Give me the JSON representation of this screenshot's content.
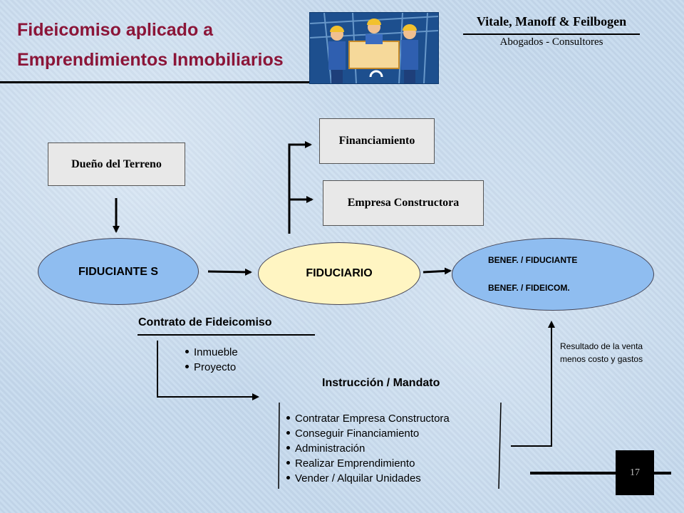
{
  "header": {
    "title_line1": "Fideicomiso aplicado a",
    "title_line2": "Emprendimientos Inmobiliarios",
    "firm_name": "Vitale, Manoff & Feilbogen",
    "firm_subtitle": "Abogados - Consultores"
  },
  "nodes": {
    "owner": "Dueño del Terreno",
    "financing": "Financiamiento",
    "builder": "Empresa Constructora",
    "fiduciantes": "FIDUCIANTE S",
    "fiduciario": "FIDUCIARIO",
    "benef_line1": "BENEF. / FIDUCIANTE",
    "benef_line2": "BENEF. / FIDEICOM."
  },
  "contract": {
    "title": "Contrato de Fideicomiso",
    "items": [
      "Inmueble",
      "Proyecto"
    ]
  },
  "instruction": {
    "title": "Instrucción / Mandato",
    "items": [
      "Contratar Empresa Constructora",
      "Conseguir Financiamiento",
      "Administración",
      "Realizar Emprendimiento",
      "Vender / Alquilar Unidades"
    ]
  },
  "result_note": {
    "line1": "Resultado de la venta",
    "line2": "menos costo y gastos"
  },
  "page_number": "17",
  "colors": {
    "title": "#8b1538",
    "fiduciante_fill": "#8fbdf0",
    "fiduciario_fill": "#fff5c2",
    "benef_fill": "#8fbdf0",
    "box_fill": "#e8e8e8"
  }
}
